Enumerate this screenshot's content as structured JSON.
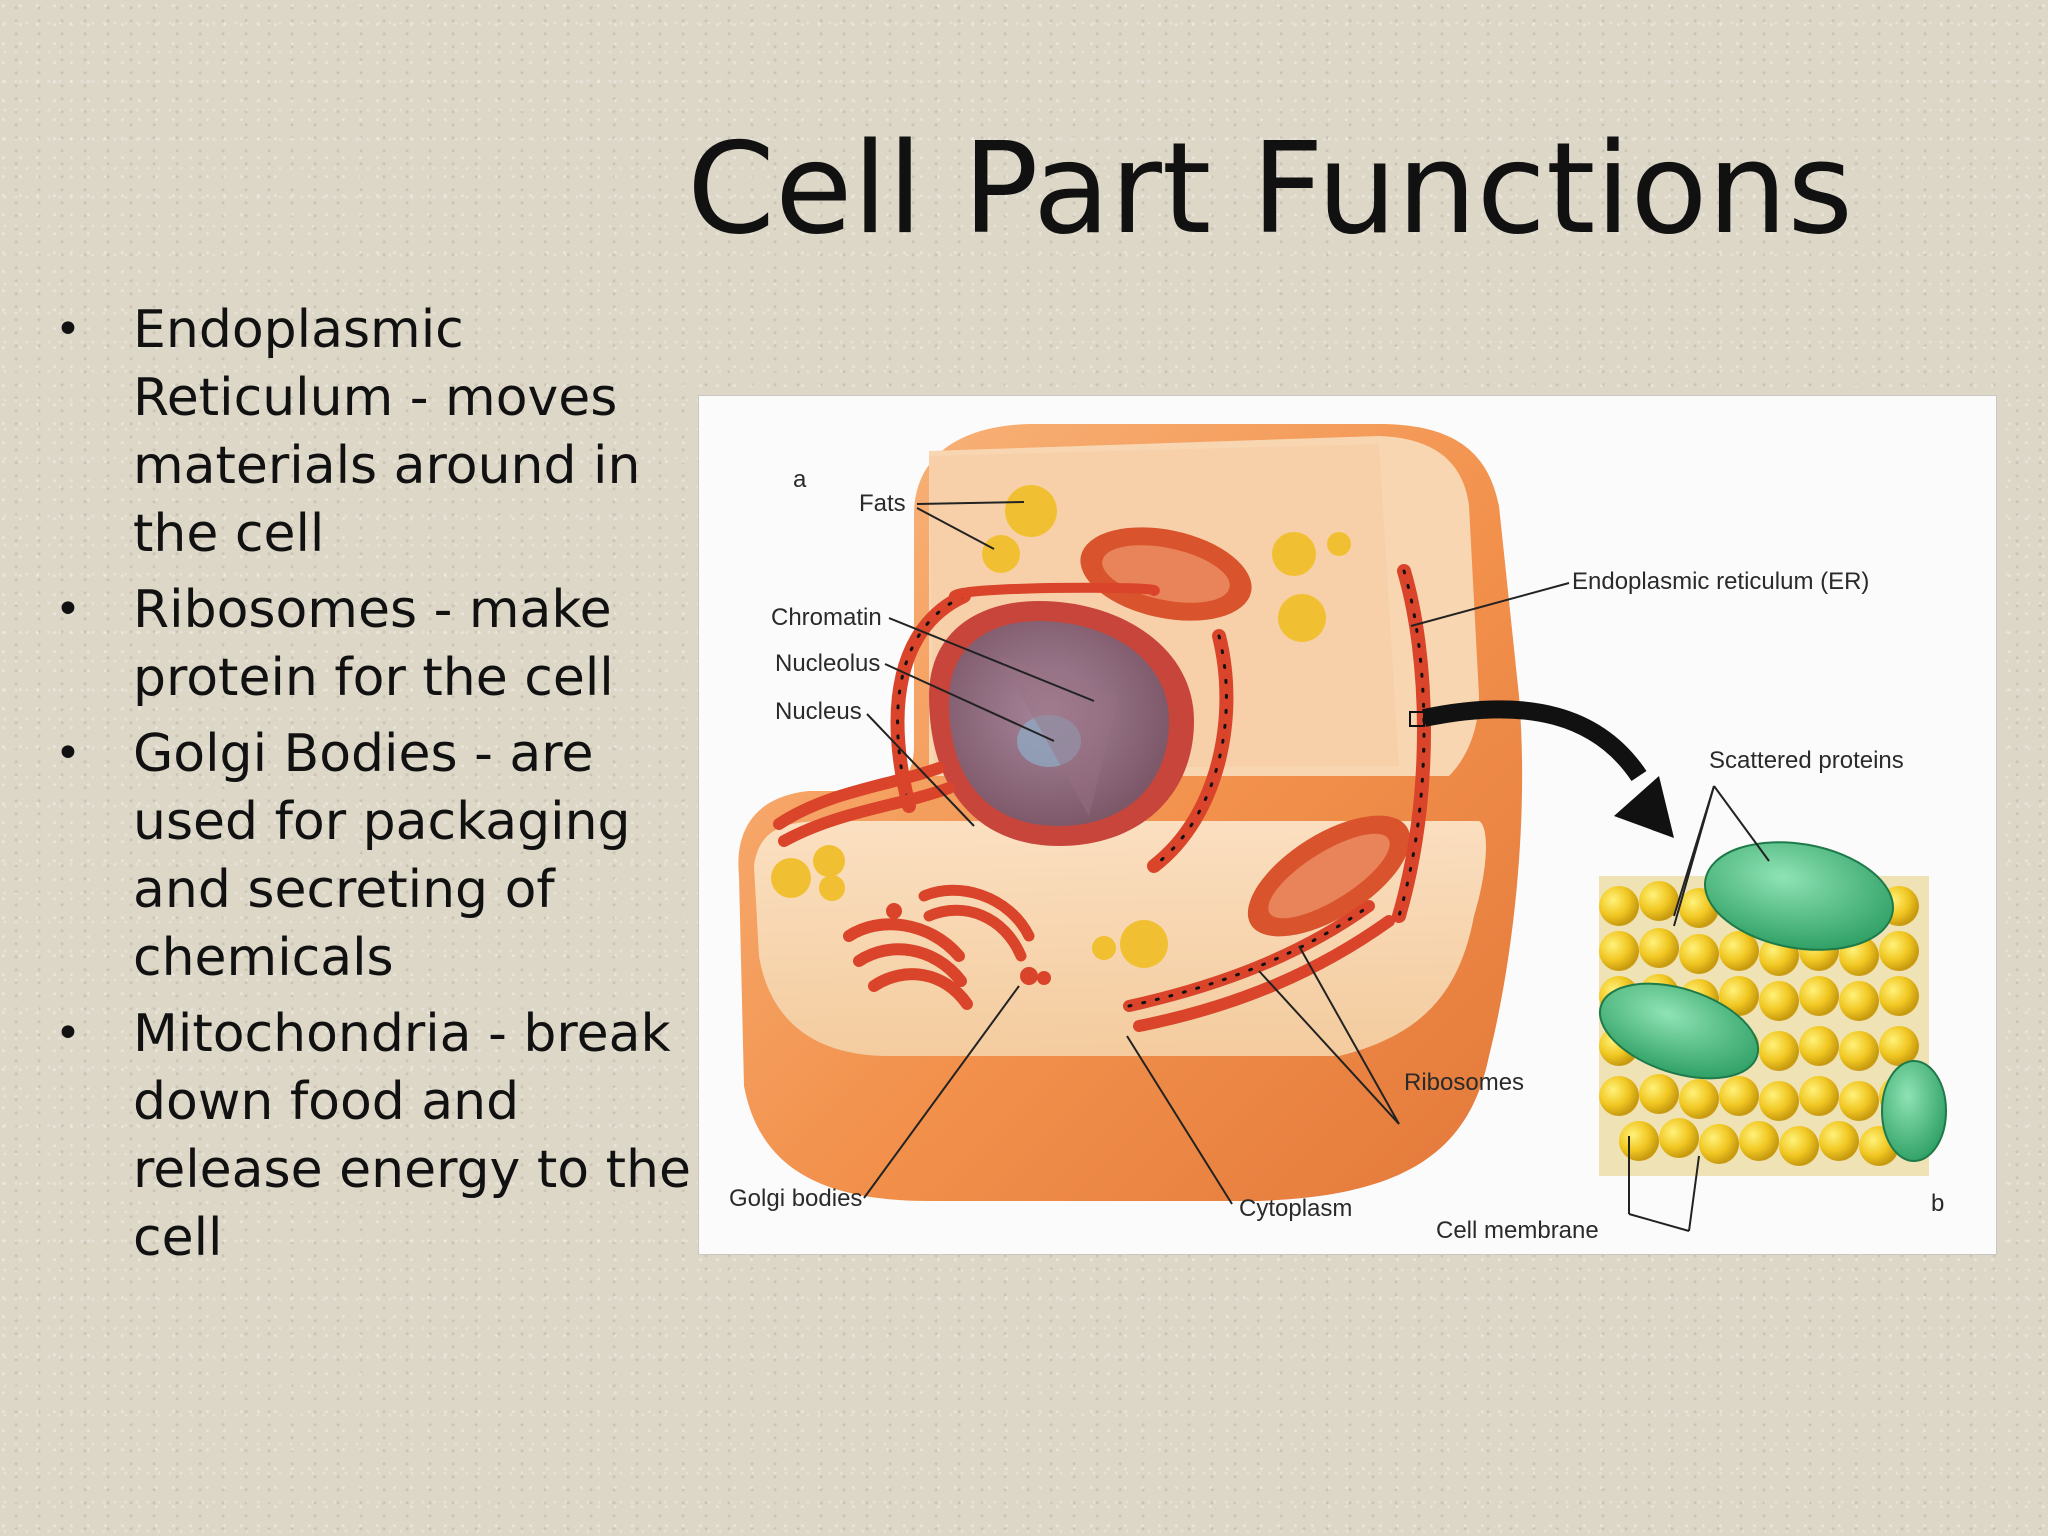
{
  "slide": {
    "title": "Cell Part Functions",
    "bullets": [
      "Endoplasmic Reticulum - moves materials around in the cell",
      "Ribosomes - make protein for the cell",
      "Golgi Bodies - are used for packaging and secreting of chemicals",
      "Mitochondria - break down food and release energy to the cell"
    ]
  },
  "diagram": {
    "panel_a": "a",
    "panel_b": "b",
    "labels": {
      "fats": "Fats",
      "chromatin": "Chromatin",
      "nucleolus": "Nucleolus",
      "nucleus": "Nucleus",
      "er": "Endoplasmic reticulum (ER)",
      "scattered_proteins": "Scattered proteins",
      "ribosomes": "Ribosomes",
      "golgi": "Golgi bodies",
      "cytoplasm": "Cytoplasm",
      "cell_membrane": "Cell membrane"
    }
  }
}
